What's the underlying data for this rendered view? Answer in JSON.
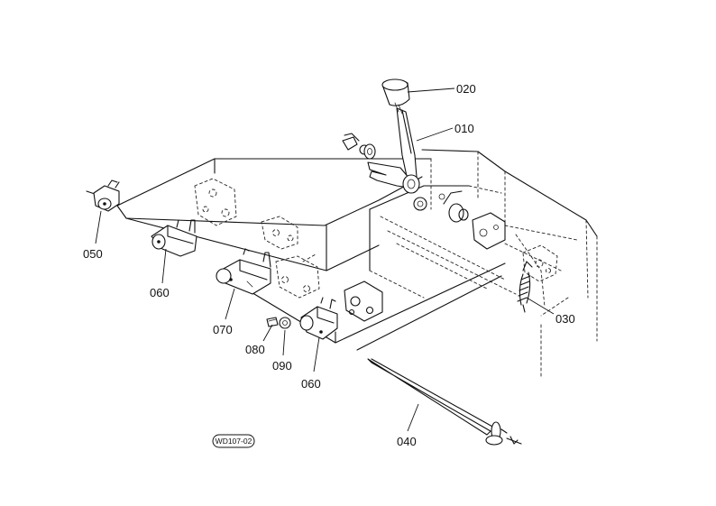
{
  "part_labels": [
    "020",
    "010",
    "050",
    "060",
    "070",
    "080",
    "090",
    "060",
    "030",
    "040"
  ],
  "reference_code": "WD107-02"
}
